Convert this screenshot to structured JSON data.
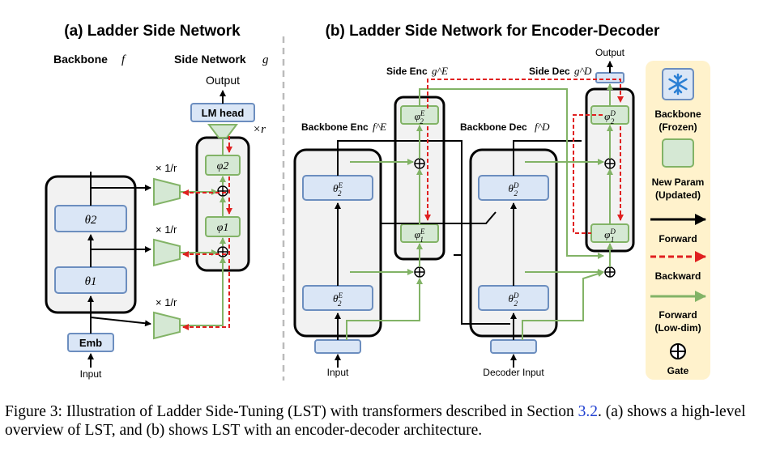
{
  "panel_a": {
    "title": "(a) Ladder Side Network",
    "backbone_label": "Backbone",
    "backbone_symbol": "f",
    "side_label": "Side Network",
    "side_symbol": "g",
    "output": "Output",
    "lm_head": "LM head",
    "times_r": "×r",
    "theta2": "θ2",
    "theta1": "θ1",
    "phi2": "φ2",
    "phi1": "φ1",
    "emb": "Emb",
    "input": "Input",
    "scale_label": "× 1/r"
  },
  "panel_b": {
    "title": "(b) Ladder Side Network for Encoder-Decoder",
    "backbone_enc": "Backbone Enc",
    "backbone_enc_symbol": "f^E",
    "backbone_dec": "Backbone Dec",
    "backbone_dec_symbol": "f^D",
    "side_enc": "Side Enc",
    "side_enc_symbol": "g^E",
    "side_dec": "Side Dec",
    "side_dec_symbol": "g^D",
    "output": "Output",
    "input": "Input",
    "decoder_input": "Decoder Input"
  },
  "legend": {
    "backbone": "Backbone",
    "backbone_sub": "(Frozen)",
    "new_param": "New Param",
    "new_param_sub": "(Updated)",
    "forward": "Forward",
    "backward": "Backward",
    "forward_low": "Forward",
    "forward_low_sub": "(Low-dim)",
    "gate": "Gate"
  },
  "caption": {
    "prefix": "Figure 3:  Illustration of Ladder Side-Tuning (LST) with transformers described in Section ",
    "ref": "3.2",
    "suffix": ". (a) shows a high-level overview of LST, and (b) shows LST with an encoder-decoder architecture."
  },
  "colors": {
    "backbone_fill": "#dae6f6",
    "backbone_stroke": "#6c8ebf",
    "param_fill": "#d5e8d4",
    "param_stroke": "#82b366",
    "backward": "#e02020",
    "green_line": "#82b366",
    "legend_bg": "#fff2cc"
  }
}
